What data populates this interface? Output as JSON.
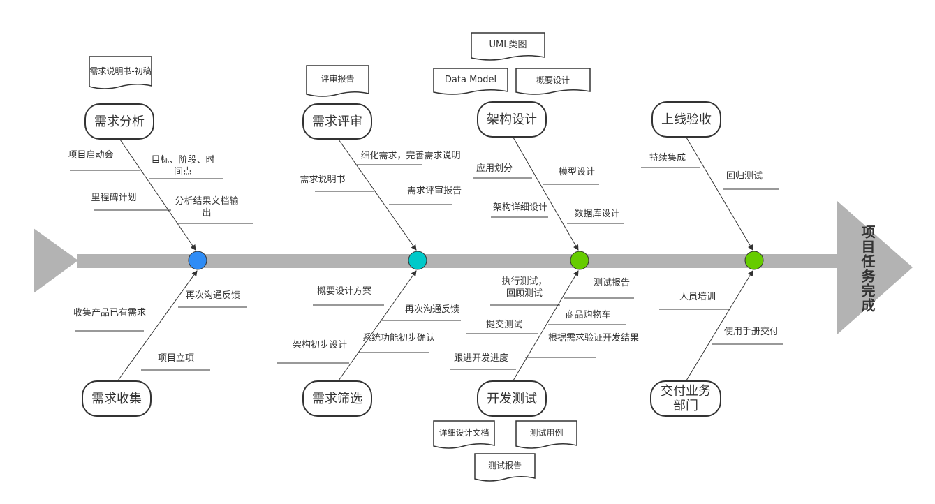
{
  "head": "项目任务完成",
  "colors": {
    "spine": "#b3b3b3",
    "blue": "#2f8cf5",
    "cyan": "#00c9c9",
    "green": "#66cc00",
    "line": "#333333"
  },
  "nodes": {
    "n1": "需求分析",
    "n2": "需求评审",
    "n3": "架构设计",
    "n4": "上线验收",
    "n5": "需求收集",
    "n6": "需求筛选",
    "n7": "开发测试",
    "n8": "交付业务部门"
  },
  "docs": {
    "d1": "需求说明书-初稿",
    "d2": "评审报告",
    "d3": "UML类图",
    "d4": "Data Model",
    "d5": "概要设计",
    "d6": "详细设计文档",
    "d7": "测试用例",
    "d8": "测试报告"
  },
  "labels": {
    "l1": "项目启动会",
    "l2": "目标、阶段、时间点",
    "l3": "里程碑计划",
    "l4": "分析结果文档输出",
    "l5": "细化需求，完善需求说明",
    "l6": "需求说明书",
    "l7": "需求评审报告",
    "l8": "应用划分",
    "l9": "模型设计",
    "l10": "架构详细设计",
    "l11": "数据库设计",
    "l12": "持续集成",
    "l13": "回归测试",
    "l14": "再次沟通反馈",
    "l15": "收集产品已有需求",
    "l16": "项目立项",
    "l17": "概要设计方案",
    "l18": "再次沟通反馈",
    "l19": "架构初步设计",
    "l20": "系统功能初步确认",
    "l21": "执行测试，回顾测试",
    "l22": "测试报告",
    "l23": "提交测试",
    "l24": "商品购物车",
    "l25": "根据需求验证开发结果",
    "l26": "跟进开发进度",
    "l27": "人员培训",
    "l28": "使用手册交付"
  }
}
